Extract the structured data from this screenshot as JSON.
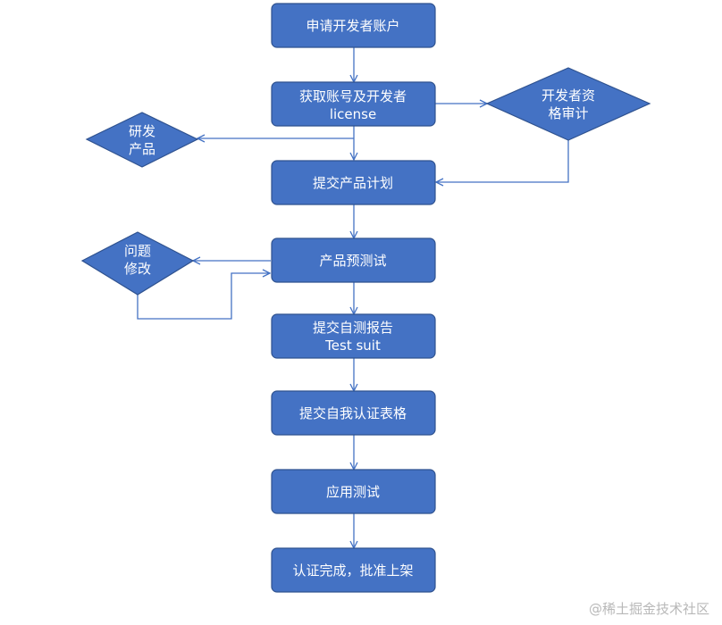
{
  "diagram": {
    "colors": {
      "node_fill": "#4472c4",
      "node_border": "#2f528f",
      "connector": "#4472c4",
      "text": "#ffffff"
    },
    "steps": {
      "apply_account": "申请开发者账户",
      "get_license": {
        "line1": "获取账号及开发者",
        "line2": "license"
      },
      "submit_plan": "提交产品计划",
      "product_pretest": "产品预测试",
      "submit_report": {
        "line1": "提交自测报告",
        "line2": "Test suit"
      },
      "submit_form": "提交自我认证表格",
      "app_test": "应用测试",
      "certified": "认证完成，批准上架"
    },
    "decisions": {
      "dev_review": {
        "line1": "开发者资",
        "line2": "格审计"
      },
      "develop_product": {
        "line1": "研发",
        "line2": "产品"
      },
      "fix_issues": {
        "line1": "问题",
        "line2": "修改"
      }
    }
  },
  "watermark": "@稀土掘金技术社区"
}
